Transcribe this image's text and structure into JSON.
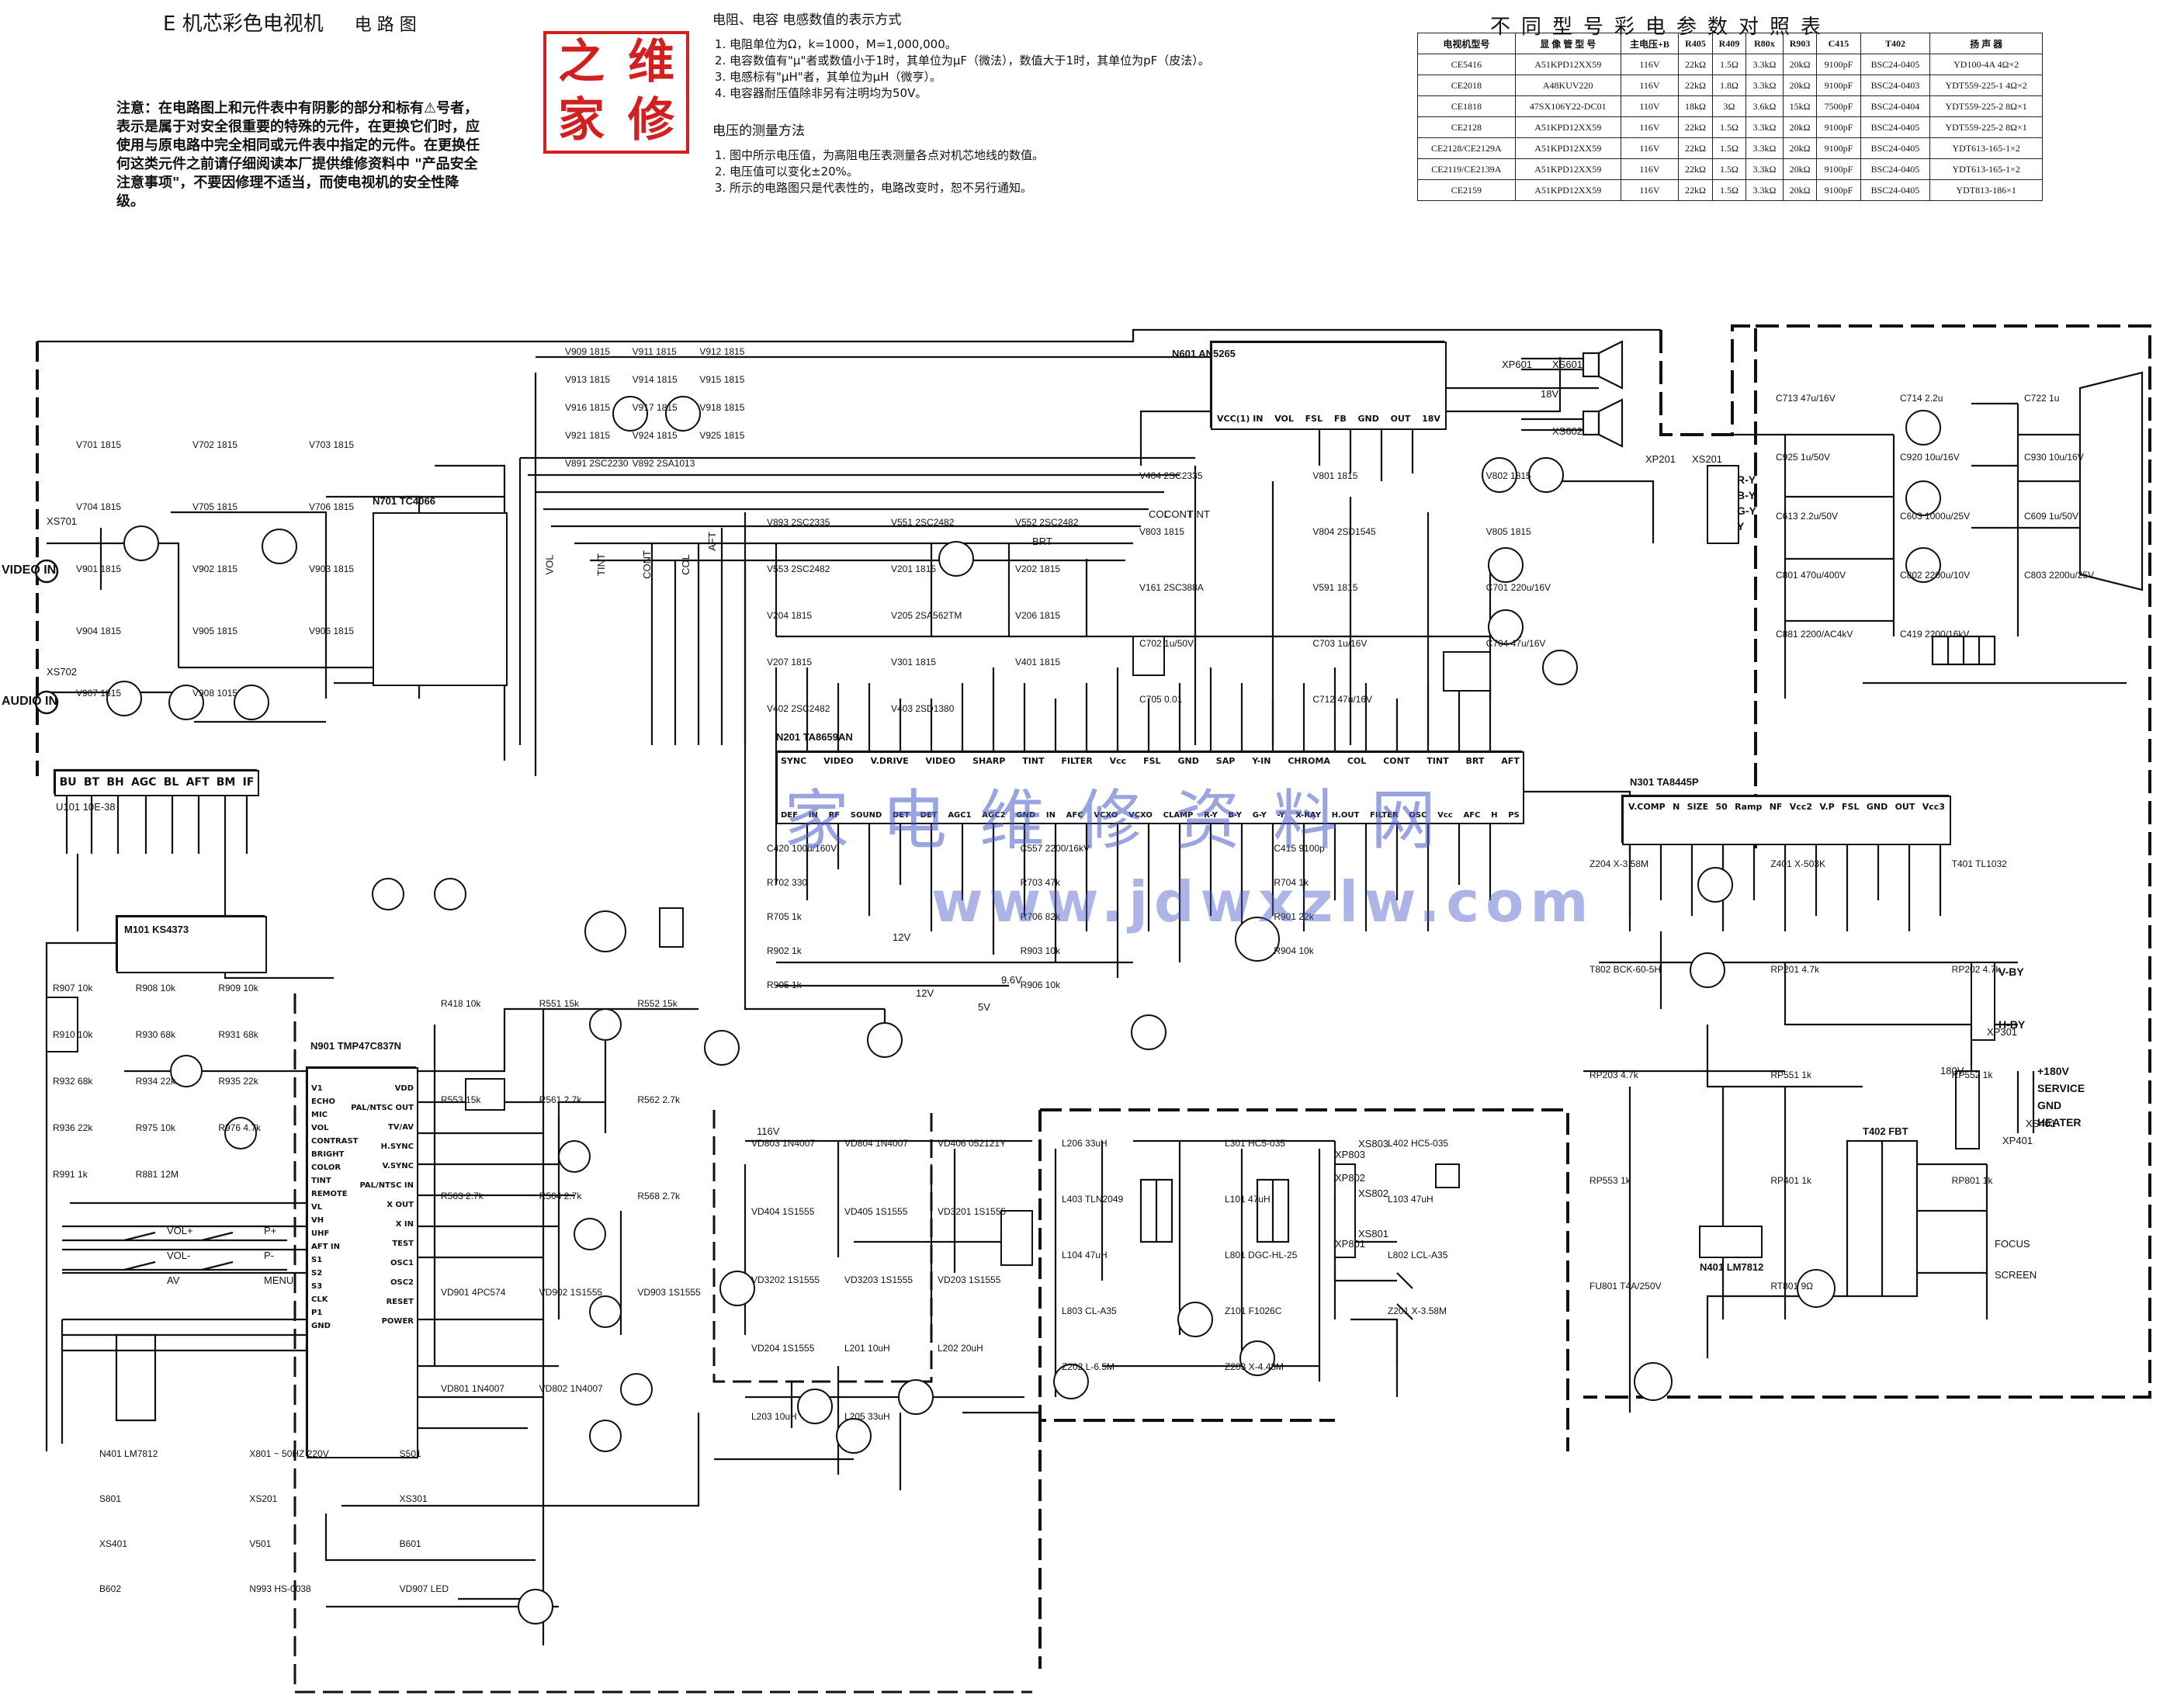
{
  "header": {
    "title": "E 机芯彩色电视机",
    "subtitle": "电 路 图"
  },
  "warning": {
    "text": "注意：在电路图上和元件表中有阴影的部分和标有⚠号者，表示是属于对安全很重要的特殊的元件，在更换它们时，应使用与原电路中完全相同或元件表中指定的元件。在更换任何这类元件之前请仔细阅读本厂提供维修资料中 \"产品安全注意事项\"，不要因修理不适当，而使电视机的安全性降级。"
  },
  "seal": {
    "chars": [
      "之",
      "维",
      "家",
      "修"
    ],
    "color": "#d21f1f"
  },
  "notes": {
    "heading1": "电阻、电容 电感数值的表示方式",
    "items1": [
      "电阻单位为Ω，k=1000，M=1,000,000。",
      "电容数值有\"μ\"者或数值小于1时，其单位为μF（微法），数值大于1时，其单位为pF（皮法）。",
      "电感标有\"μH\"者，其单位为μH（微亨）。",
      "电容器耐压值除非另有注明均为50V。"
    ],
    "heading2": "电压的测量方法",
    "items2": [
      "图中所示电压值，为高阻电压表测量各点对机芯地线的数值。",
      "电压值可以变化±20%。",
      "所示的电路图只是代表性的，电路改变时，恕不另行通知。"
    ]
  },
  "param_table": {
    "title": "不同型号彩电参数对照表",
    "headers": [
      "电视机型号",
      "显 像 管 型 号",
      "主电压+B",
      "R405",
      "R409",
      "R80x",
      "R903",
      "C415",
      "T402",
      "扬 声 器"
    ],
    "rows": [
      [
        "CE5416",
        "A51KPD12XX59",
        "116V",
        "22kΩ",
        "1.5Ω",
        "3.3kΩ",
        "20kΩ",
        "9100pF",
        "BSC24-0405",
        "YD100-4A 4Ω×2"
      ],
      [
        "CE2018",
        "A48KUV220",
        "116V",
        "22kΩ",
        "1.8Ω",
        "3.3kΩ",
        "20kΩ",
        "9100pF",
        "BSC24-0403",
        "YDT559-225-1 4Ω×2"
      ],
      [
        "CE1818",
        "47SX106Y22-DC01",
        "110V",
        "18kΩ",
        "3Ω",
        "3.6kΩ",
        "15kΩ",
        "7500pF",
        "BSC24-0404",
        "YDT559-225-2 8Ω×1"
      ],
      [
        "CE2128",
        "A51KPD12XX59",
        "116V",
        "22kΩ",
        "1.5Ω",
        "3.3kΩ",
        "20kΩ",
        "9100pF",
        "BSC24-0405",
        "YDT559-225-2 8Ω×1"
      ],
      [
        "CE2128/CE2129A",
        "A51KPD12XX59",
        "116V",
        "22kΩ",
        "1.5Ω",
        "3.3kΩ",
        "20kΩ",
        "9100pF",
        "BSC24-0405",
        "YDT613-165-1×2"
      ],
      [
        "CE2119/CE2139A",
        "A51KPD12XX59",
        "116V",
        "22kΩ",
        "1.5Ω",
        "3.3kΩ",
        "20kΩ",
        "9100pF",
        "BSC24-0405",
        "YDT613-165-1×2"
      ],
      [
        "CE2159",
        "A51KPD12XX59",
        "116V",
        "22kΩ",
        "1.5Ω",
        "3.3kΩ",
        "20kΩ",
        "9100pF",
        "BSC24-0405",
        "YDT813-186×1"
      ]
    ]
  },
  "schematic": {
    "ics": {
      "n201": "N201 TA8659AN",
      "n301": "N301 TA8445P",
      "n901": "N901 TMP47C837N",
      "n601": "N601 AN5265",
      "n701": "N701 TC4066",
      "m101": "M101 KS4373",
      "n401": "N401 LM7812",
      "u101": "U101 10E-38"
    },
    "tuner_pins": [
      "BU",
      "BT",
      "BH",
      "AGC",
      "BL",
      "AFT",
      "BM",
      "IF"
    ],
    "jacks": {
      "video_in": "VIDEO IN",
      "audio_in": "AUDIO IN",
      "xs701": "XS701",
      "xs702": "XS702",
      "xp601": "XP601",
      "xs601": "XS601",
      "xs602": "XS602",
      "xp201": "XP201",
      "xs201": "XS201",
      "xp301": "XP301",
      "xp401": "XP401",
      "xs401": "XS401",
      "xp801": "XP801",
      "xs801": "XS801",
      "xp802": "XP802",
      "xs802": "XS802",
      "xp803": "XP803",
      "xs803": "XS803"
    },
    "n201_top_pins": [
      "SYNC",
      "VIDEO",
      "V.DRIVE",
      "VIDEO",
      "SHARP",
      "TINT",
      "FILTER",
      "Vcc",
      "FSL",
      "GND",
      "SAP",
      "Y-IN",
      "CHROMA",
      "COL",
      "CONT",
      "TINT",
      "BRT",
      "AFT"
    ],
    "n201_bottom_pins": [
      "DEF",
      "IN",
      "RF",
      "SOUND",
      "DET",
      "DET",
      "AGC1",
      "AGC2",
      "GND",
      "IN",
      "AFC",
      "VCXO",
      "VCXO",
      "CLAMP",
      "R-Y",
      "B-Y",
      "G-Y",
      "-Y",
      "X-RAY",
      "H.OUT",
      "FILTER",
      "OSC",
      "Vcc",
      "AFC",
      "H",
      "PS"
    ],
    "n301_pins": [
      "V.COMP",
      "N",
      "SIZE",
      "50",
      "Ramp",
      "NF",
      "Vcc2",
      "V.P",
      "FSL",
      "GND",
      "OUT",
      "Vcc3"
    ],
    "n901_left_pins": [
      "V1",
      "ECHO",
      "MIC",
      "VOL",
      "CONTRAST",
      "BRIGHT",
      "COLOR",
      "TINT",
      "REMOTE",
      "VL",
      "VH",
      "UHF",
      "AFT IN",
      "S1",
      "S2",
      "S3",
      "CLK",
      "P1",
      "GND"
    ],
    "n901_right_pins": [
      "VDD",
      "PAL/NTSC OUT",
      "TV/AV",
      "H.SYNC",
      "V.SYNC",
      "PAL/NTSC IN",
      "X OUT",
      "X IN",
      "TEST",
      "OSC1",
      "OSC2",
      "RESET",
      "POWER"
    ],
    "n601_pins": [
      "VCC(1) IN",
      "VOL",
      "FSL",
      "FB",
      "GND",
      "OUT",
      "18V"
    ],
    "keypad": [
      "VOL+",
      "P+",
      "VOL-",
      "P-",
      "AV",
      "MENU"
    ],
    "fbt": {
      "name": "T402 FBT",
      "focus": "FOCUS",
      "screen": "SCREEN"
    },
    "connector_labels": [
      "+180V",
      "SERVICE",
      "GND",
      "HEATER",
      "V-BY",
      "H-BY",
      "R-Y",
      "B-Y",
      "G-Y",
      "Y"
    ],
    "parts": [
      "V701 1815",
      "V702 1815",
      "V703 1815",
      "V704 1815",
      "V705 1815",
      "V706 1815",
      "V901 1815",
      "V902 1815",
      "V903 1815",
      "V904 1815",
      "V905 1815",
      "V906 1815",
      "V907 1815",
      "V908 1015",
      "V909 1815",
      "V911 1815",
      "V912 1815",
      "V913 1815",
      "V914 1815",
      "V915 1815",
      "V916 1815",
      "V917 1815",
      "V918 1815",
      "V921 1815",
      "V924 1815",
      "V925 1815",
      "V891 2SC2230",
      "V892 2SA1013",
      "V893 2SC2335",
      "V551 2SC2482",
      "V552 2SC2482",
      "V553 2SC2482",
      "V201 1815",
      "V202 1815",
      "V204 1815",
      "V205 2SA562TM",
      "V206 1815",
      "V207 1815",
      "V301 1815",
      "V401 1815",
      "V402 2SC2482",
      "V403 2SD1380",
      "V404 2SC2335",
      "V801 1815",
      "V802 1815",
      "V803 1815",
      "V804 2SD1545",
      "V805 1815",
      "V161 2SC388A",
      "V591 1815",
      "C701 220u/16V",
      "C702 1u/50V",
      "C703 1u/16V",
      "C704 47u/16V",
      "C705 0.01",
      "C712 47u/16V",
      "C713 47u/16V",
      "C714 2.2u",
      "C722 1u",
      "C925 1u/50V",
      "C920 10u/16V",
      "C930 10u/16V",
      "C613 2.2u/50V",
      "C603 1000u/25V",
      "C609 1u/50V",
      "C801 470u/400V",
      "C802 2200u/10V",
      "C803 2200u/25V",
      "C881 2200/AC4kV",
      "C419 2200/16kV",
      "C420 100u/160V",
      "C557 2200/16kV",
      "C415 9100p",
      "R702 330",
      "R703 47k",
      "R704 1k",
      "R705 1k",
      "R706 82k",
      "R901 22k",
      "R902 1k",
      "R903 10k",
      "R904 10k",
      "R905 1k",
      "R906 10k",
      "R907 10k",
      "R908 10k",
      "R909 10k",
      "R910 10k",
      "R930 68k",
      "R931 68k",
      "R932 68k",
      "R934 22k",
      "R935 22k",
      "R936 22k",
      "R975 10k",
      "R976 4.7k",
      "R991 1k",
      "R881 12M",
      "R418 10k",
      "R551 15k",
      "R552 15k",
      "R553 15k",
      "R561 2.7k",
      "R562 2.7k",
      "R563 2.7k",
      "R564 2.7k",
      "R568 2.7k",
      "VD901 4PC574",
      "VD902 1S1555",
      "VD903 1S1555",
      "VD801 1N4007",
      "VD802 1N4007",
      "VD803 1N4007",
      "VD804 1N4007",
      "VD406 052121Y",
      "VD404 1S1555",
      "VD405 1S1555",
      "VD3201 1S1555",
      "VD3202 1S1555",
      "VD3203 1S1555",
      "VD203 1S1555",
      "VD204 1S1555",
      "L201 10uH",
      "L202 20uH",
      "L203 10uH",
      "L205 33uH",
      "L206 33uH",
      "L301 HC5-035",
      "L402 HC5-035",
      "L403 TLN2049",
      "L101 47uH",
      "L103 47uH",
      "L104 47uH",
      "L801 DGC-HL-25",
      "L802 LCL-A35",
      "L803 CL-A35",
      "Z101 F1026C",
      "Z201 X-3.58M",
      "Z202 L-6.5M",
      "Z203 X-4.43M",
      "Z204 X-3.58M",
      "Z401 X-503K",
      "T401 TL1032",
      "T802 BCK-60-5H",
      "RP201 4.7k",
      "RP202 4.7k",
      "RP203 4.7k",
      "RP551 1k",
      "RP552 1k",
      "RP553 1k",
      "RP401 1k",
      "RP801 1k",
      "FU801 T4A/250V",
      "RT801 9Ω",
      "N401 LM7812",
      "X801 ~ 50HZ 220V",
      "S501",
      "S801",
      "XS201",
      "XS301",
      "XS401",
      "V501",
      "B601",
      "B602",
      "N993 HS-0038",
      "VD907 LED"
    ],
    "bus_labels": [
      "VOL",
      "TINT",
      "CONT",
      "COL",
      "AFT",
      "BRT",
      "COL",
      "CONT",
      "TINT"
    ],
    "voltage_labels": [
      "12V",
      "9.6V",
      "116V",
      "18V",
      "12V",
      "5V",
      "180V"
    ]
  },
  "watermark": {
    "line1": "家电维修资料网",
    "line2": "www.jdwxzlw.com"
  }
}
